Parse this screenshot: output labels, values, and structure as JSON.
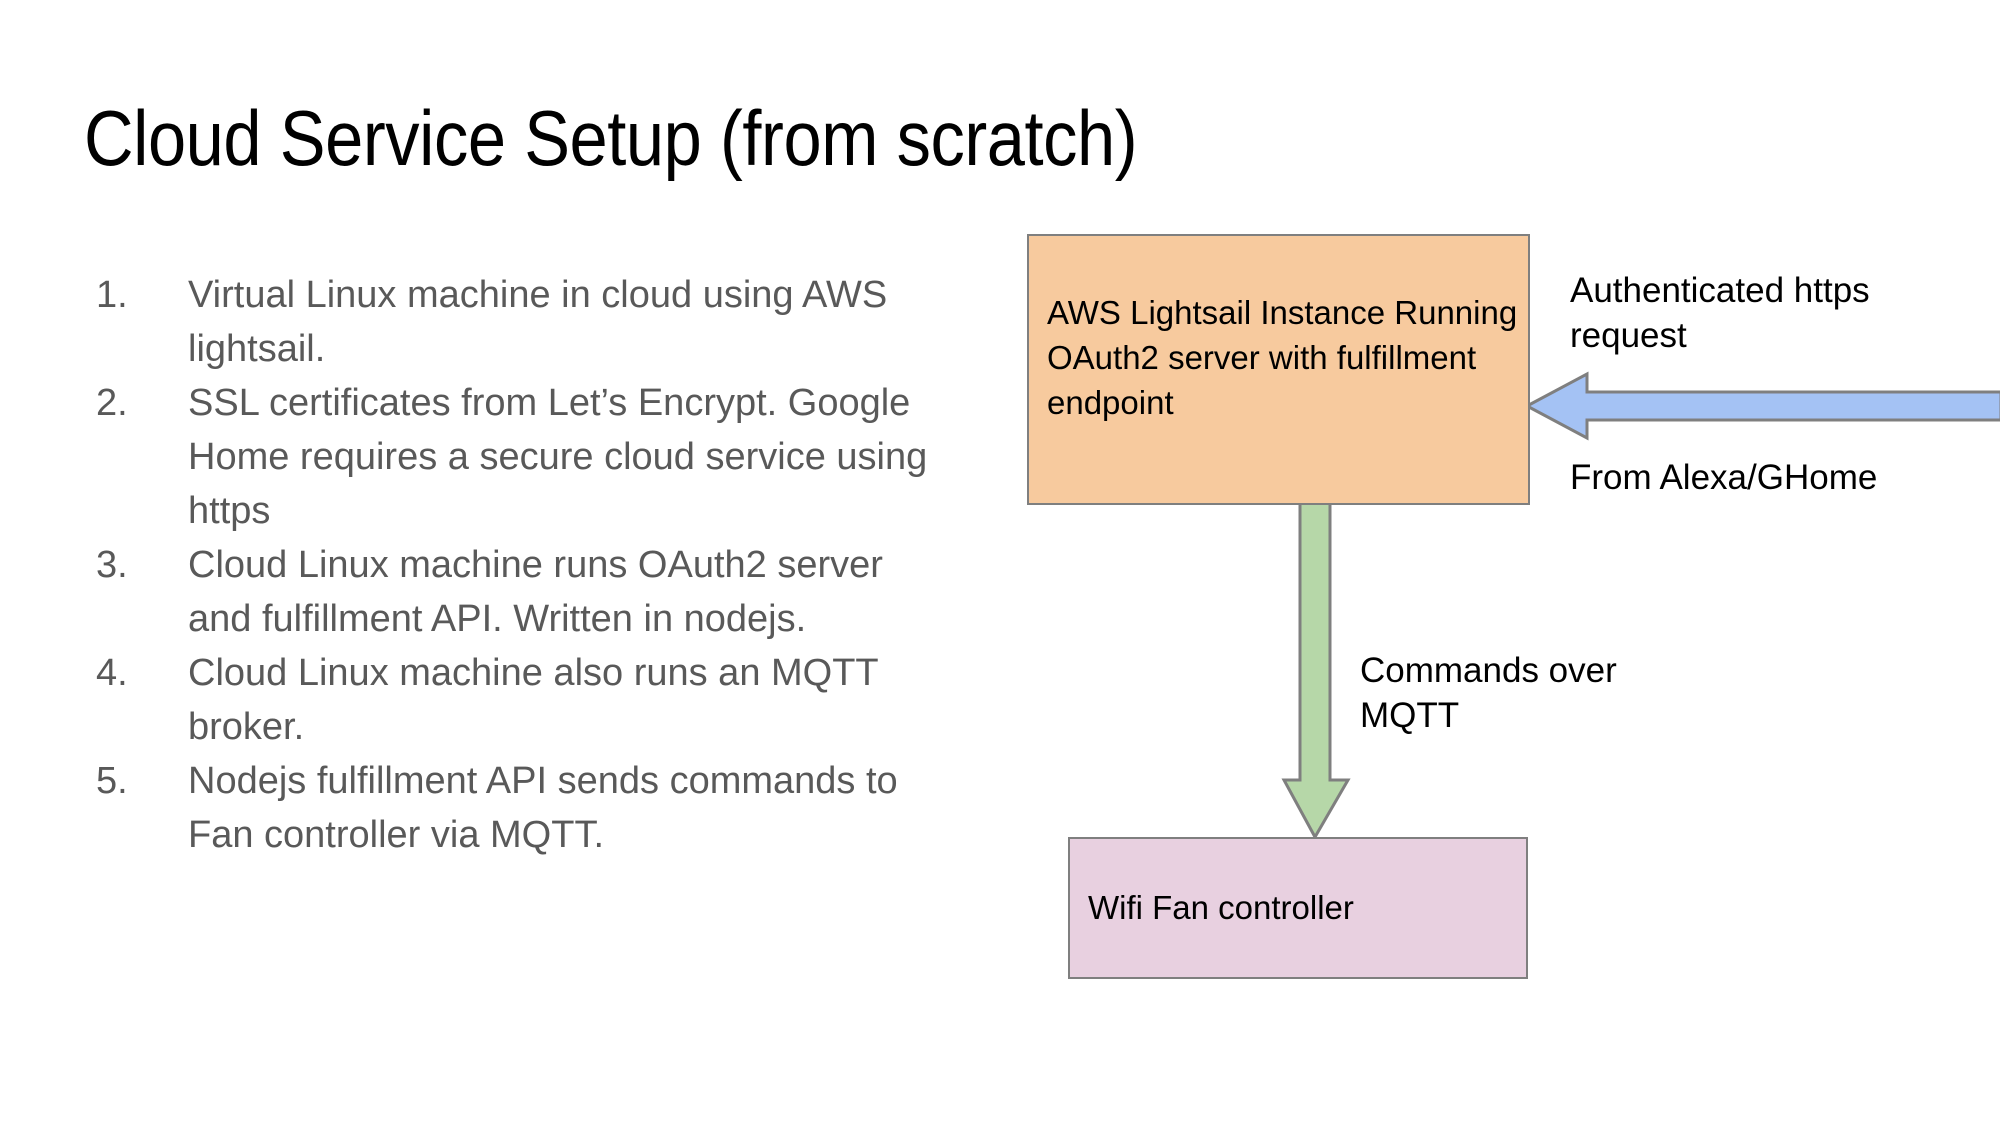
{
  "slide": {
    "title": "Cloud Service Setup (from scratch)",
    "background_color": "#ffffff"
  },
  "bullets": {
    "items": [
      {
        "number": "1.",
        "text": "Virtual Linux machine in cloud using AWS lightsail."
      },
      {
        "number": "2.",
        "text": "SSL certificates from Let’s Encrypt. Google Home requires a secure cloud service using https"
      },
      {
        "number": "3.",
        "text": "Cloud Linux machine runs OAuth2 server and fulfillment API. Written in nodejs."
      },
      {
        "number": "4.",
        "text": "Cloud Linux machine also runs an MQTT broker."
      },
      {
        "number": "5.",
        "text": "Nodejs fulfillment API sends commands to Fan controller via MQTT."
      }
    ],
    "text_color": "#595959"
  },
  "diagram": {
    "nodes": [
      {
        "id": "lightsail",
        "label": "AWS Lightsail Instance Running OAuth2 server with fulfillment endpoint",
        "fill": "#f7ca9e",
        "border": "#7f7f7f"
      },
      {
        "id": "fan",
        "label": "Wifi Fan controller",
        "fill": "#e8d0e0",
        "border": "#7f7f7f"
      }
    ],
    "arrows": [
      {
        "id": "https-request",
        "direction": "left",
        "fill": "#a4c2f4",
        "border": "#7f7f7f",
        "label_above": "Authenticated https request",
        "label_below": "From Alexa/GHome"
      },
      {
        "id": "mqtt-commands",
        "direction": "down",
        "fill": "#b6d7a8",
        "border": "#7f7f7f",
        "label": "Commands over MQTT"
      }
    ]
  }
}
